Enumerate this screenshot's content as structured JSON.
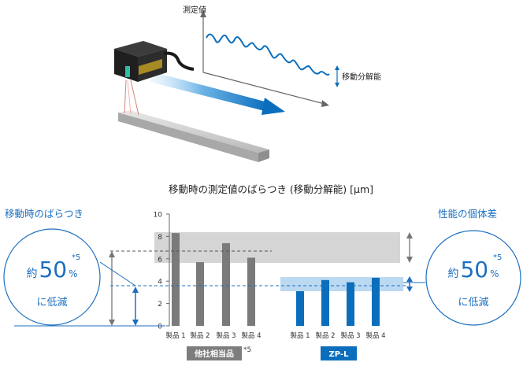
{
  "illustration": {
    "measured_value_label": "測定値",
    "movement_resolution_label": "移動分解能"
  },
  "left_callout": {
    "title": "移動時のばらつき",
    "prefix": "約",
    "number": "50",
    "unit": "%",
    "note": "*5",
    "suffix": "に低減"
  },
  "right_callout": {
    "title": "性能の個体差",
    "prefix": "約",
    "number": "50",
    "unit": "%",
    "note": "*5",
    "suffix": "に低減"
  },
  "colors": {
    "competitor_bar": "#7a7a7a",
    "zp_bar": "#0a6ebd",
    "accent_blue": "#1c6fc1",
    "band_gray": "#d5d5d5",
    "band_blue": "#bcd9f2",
    "label_box_gray": "#7d7d7d",
    "label_box_blue": "#0a6ebd"
  },
  "chart_data": {
    "type": "bar",
    "title": "移動時の測定値のばらつき (移動分解能) [µm]",
    "ylim": [
      0,
      10
    ],
    "yticks": [
      0,
      2,
      4,
      6,
      8,
      10
    ],
    "grid": false,
    "groups": [
      {
        "name": "他社相当品",
        "note": "*5",
        "categories": [
          "製品 1",
          "製品 2",
          "製品 3",
          "製品 4"
        ],
        "values": [
          8.3,
          5.7,
          7.4,
          6.1
        ]
      },
      {
        "name": "ZP-L",
        "note": "",
        "categories": [
          "製品 1",
          "製品 2",
          "製品 3",
          "製品 4"
        ],
        "values": [
          3.1,
          4.1,
          3.9,
          4.3
        ]
      }
    ]
  }
}
